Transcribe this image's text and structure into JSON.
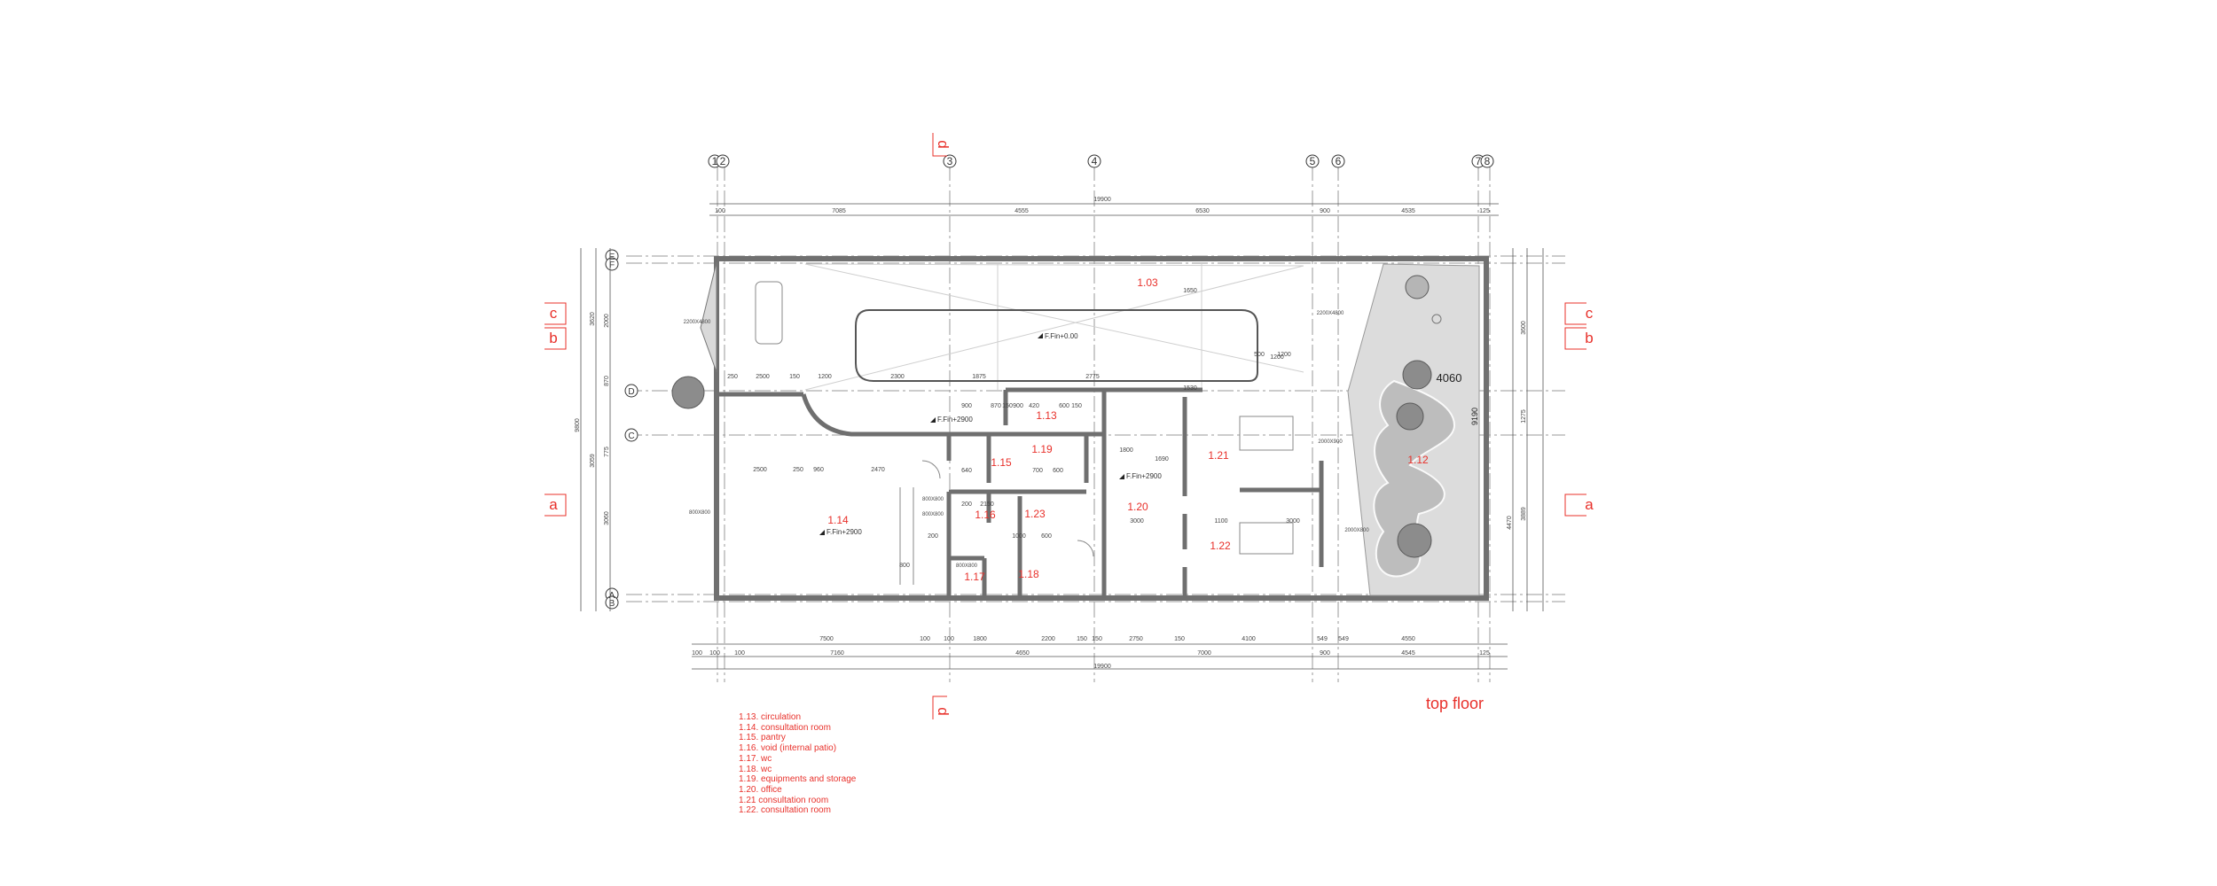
{
  "drawing": {
    "title": "top floor",
    "grid_axes": [
      "1",
      "2",
      "3",
      "4",
      "5",
      "6",
      "7",
      "8"
    ],
    "grid_rows": [
      "E",
      "F",
      "D",
      "C",
      "A",
      "B"
    ],
    "section_marks": [
      "a",
      "b",
      "c",
      "d"
    ],
    "room_tags": [
      "1.03",
      "1.12",
      "1.13",
      "1.14",
      "1.15",
      "1.16",
      "1.17",
      "1.18",
      "1.19",
      "1.20",
      "1.21",
      "1.22",
      "1.23"
    ],
    "levels": [
      "F.Fin+0.00",
      "F.Fin+2900",
      "F.Fin+2900",
      "F.Fin+2900"
    ],
    "plant_dim": "4060",
    "vertical_dim": "9190",
    "overall_dims": {
      "top": "19900",
      "bottom": "19900",
      "left": "9800"
    },
    "top_chain": [
      "100",
      "7085",
      "4555",
      "6530",
      "900",
      "4535",
      "125"
    ],
    "bottom_chain_1": [
      "7500",
      "100",
      "100",
      "1800",
      "2200",
      "150",
      "150",
      "2750",
      "150",
      "4100",
      "549",
      "549",
      "4550"
    ],
    "bottom_chain_2": [
      "100",
      "100",
      "100",
      "7160",
      "4650",
      "7000",
      "900",
      "4545",
      "125"
    ],
    "right_chain": [
      "3600",
      "1275",
      "3889",
      "4470"
    ],
    "left_chain": [
      "3620",
      "2000",
      "870",
      "3059",
      "775",
      "3060"
    ],
    "interior_dims": [
      "250",
      "2500",
      "150",
      "1200",
      "2300",
      "1875",
      "2775",
      "1200",
      "2500",
      "250",
      "960",
      "2470",
      "900",
      "900",
      "600",
      "150",
      "870",
      "150",
      "420",
      "2150",
      "200",
      "700",
      "600",
      "3000",
      "1100",
      "3000",
      "1000",
      "600",
      "200",
      "1690",
      "640",
      "1530",
      "1650",
      "1200",
      "500",
      "800",
      "1800"
    ],
    "opening_tags": [
      "2200X4800",
      "2200X4800",
      "800X800",
      "800X800",
      "800X800",
      "800X800",
      "2000X800",
      "2000X900"
    ]
  },
  "legend": [
    "1.13. circulation",
    "1.14. consultation room",
    "1.15. pantry",
    "1.16. void (internal patio)",
    "1.17. wc",
    "1.18. wc",
    "1.19. equipments and storage",
    "1.20. office",
    "1.21  consultation room",
    "1.22. consultation room"
  ]
}
